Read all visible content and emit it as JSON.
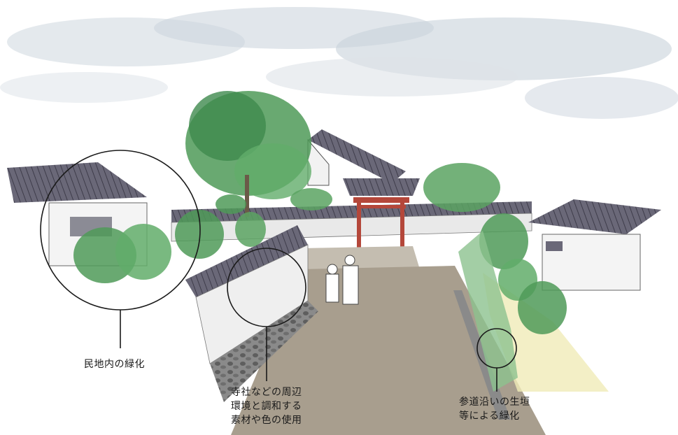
{
  "callouts": {
    "private_greening": "民地内の緑化",
    "temple_materials_line1": "寺社などの周辺",
    "temple_materials_line2": "環境と調和する",
    "temple_materials_line3": "素材や色の使用",
    "hedge_line1": "参道沿いの生垣",
    "hedge_line2": "等による緑化"
  },
  "colors": {
    "sky": "#c9d4dc",
    "roof": "#5a5868",
    "foliage": "#4f9a58",
    "torii": "#b4473a",
    "path": "#a89e8e",
    "stone_wall": "#7f7f7f",
    "lawn": "#f0ebb8"
  }
}
